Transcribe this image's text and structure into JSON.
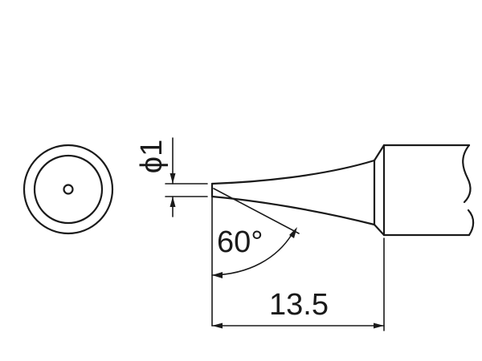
{
  "drawing": {
    "dimensions": {
      "diameter_label": "ϕ1",
      "angle_label": "60°",
      "length_label": "13.5"
    }
  }
}
